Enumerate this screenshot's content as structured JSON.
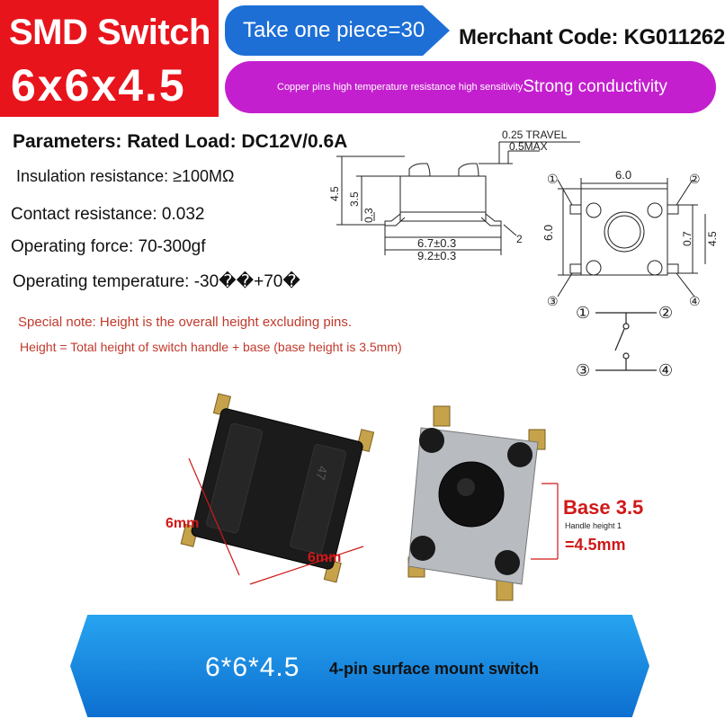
{
  "title": {
    "line1": "SMD Switch",
    "line2": "6x6x4.5"
  },
  "take_one": "Take one piece=30",
  "merchant_code": "Merchant Code: KG011262",
  "feature_banner": {
    "small": "Copper pins high temperature resistance high sensitivity",
    "large": "Strong conductivity"
  },
  "parameters": {
    "rated_load": "Parameters: Rated Load: DC12V/0.6A",
    "insulation": "Insulation resistance: ≥100MΩ",
    "contact": "Contact resistance: 0.032",
    "force": "Operating force: 70-300gf",
    "temperature": "Operating temperature: -30��+70�"
  },
  "notes": {
    "special": "Special note: Height is the overall height excluding pins.",
    "height": "Height = Total height of switch handle + base (base height is 3.5mm)"
  },
  "side_drawing": {
    "travel": "0.25 TRAVEL",
    "max": "0.5MAX",
    "h45": "4.5",
    "h35": "3.5",
    "h03": "0.3",
    "w67": "6.7±0.3",
    "w92": "9.2±0.3",
    "pin_label": "2"
  },
  "top_drawing": {
    "w60": "6.0",
    "h60": "6.0",
    "d07": "0.7",
    "d45": "4.5",
    "pin1": "①",
    "pin2": "②",
    "pin3": "③",
    "pin4": "④"
  },
  "circuit": {
    "pin1": "①",
    "pin2": "②",
    "pin3": "③",
    "pin4": "④"
  },
  "photo_labels": {
    "width_a": "6mm",
    "width_b": "6mm",
    "base": "Base 3.5",
    "handle": "Handle height 1",
    "total": "=4.5mm",
    "part_marking": "47"
  },
  "bottom_banner": {
    "big": "6*6*4.5",
    "small": "4-pin surface mount switch"
  },
  "colors": {
    "red": "#e8141c",
    "blue": "#1d6fd6",
    "purple": "#c41fcf",
    "label_red": "#d01818"
  }
}
